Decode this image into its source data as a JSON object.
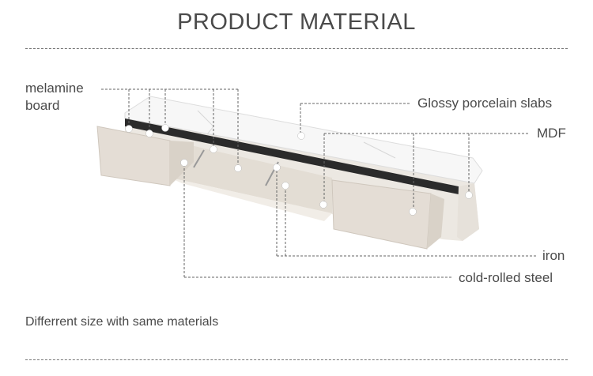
{
  "title": "PRODUCT MATERIAL",
  "labels": {
    "melamine_line1": "melamine",
    "melamine_line2": "board",
    "porcelain": "Glossy porcelain slabs",
    "mdf": "MDF",
    "iron": "iron",
    "steel": "cold-rolled steel"
  },
  "note": "Differrent size with same materials"
}
